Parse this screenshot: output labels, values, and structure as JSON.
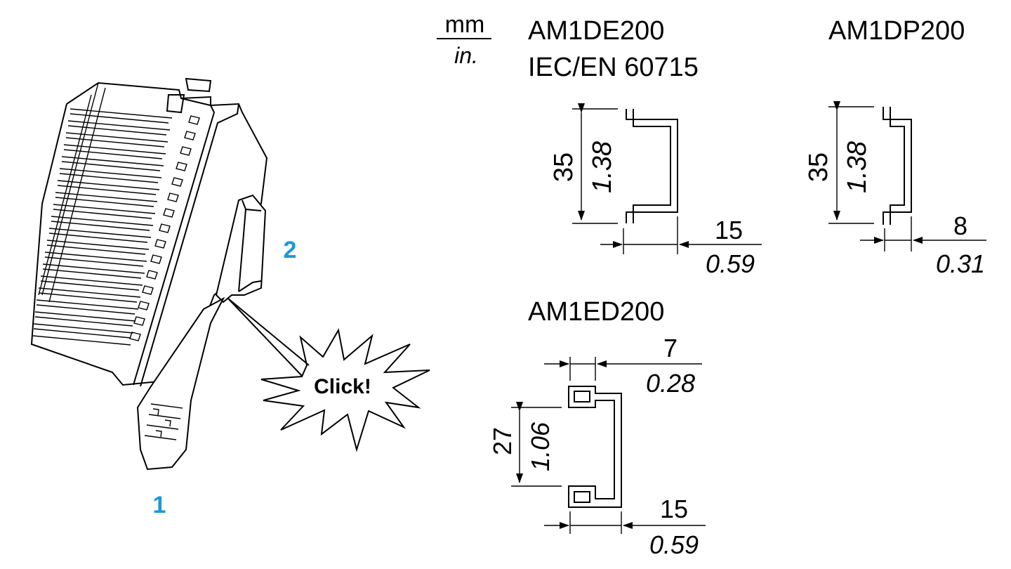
{
  "units": {
    "top": "mm",
    "bottom": "in."
  },
  "step_labels": {
    "one": "1",
    "two": "2"
  },
  "step_color": "#1a9ad6",
  "callout": "Click!",
  "rails": [
    {
      "model": "AM1DE200",
      "standard": "IEC/EN 60715",
      "height_mm": "35",
      "height_in": "1.38",
      "width_mm": "15",
      "width_in": "0.59"
    },
    {
      "model": "AM1DP200",
      "height_mm": "35",
      "height_in": "1.38",
      "width_mm": "8",
      "width_in": "0.31"
    },
    {
      "model": "AM1ED200",
      "height_mm": "27",
      "height_in": "1.06",
      "lip_mm": "7",
      "lip_in": "0.28",
      "width_mm": "15",
      "width_in": "0.59"
    }
  ]
}
